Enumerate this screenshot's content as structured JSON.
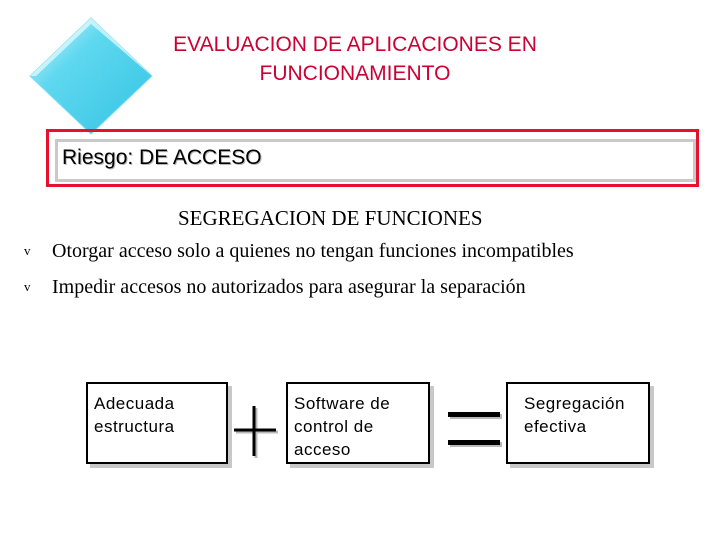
{
  "title": {
    "line1": "EVALUACION DE APLICACIONES EN",
    "line2": "FUNCIONAMIENTO"
  },
  "risk": {
    "label": "Riesgo:  DE ACCESO"
  },
  "section": {
    "heading": "SEGREGACION DE FUNCIONES"
  },
  "bullets": [
    {
      "marker": "v",
      "text": "Otorgar acceso solo a quienes no tengan funciones incompatibles"
    },
    {
      "marker": "v",
      "text": "Impedir accesos no autorizados para asegurar la separación"
    }
  ],
  "equation": {
    "term1": {
      "line1": "Adecuada",
      "line2": "estructura"
    },
    "term2": {
      "line1": "Software de",
      "line2": "control de",
      "line3": "acceso"
    },
    "result": {
      "line1": "Segregación",
      "line2": "efectiva"
    }
  },
  "colors": {
    "title": "#cc0033",
    "risk_border": "#e8102e",
    "diamond": "#55d5ee"
  }
}
